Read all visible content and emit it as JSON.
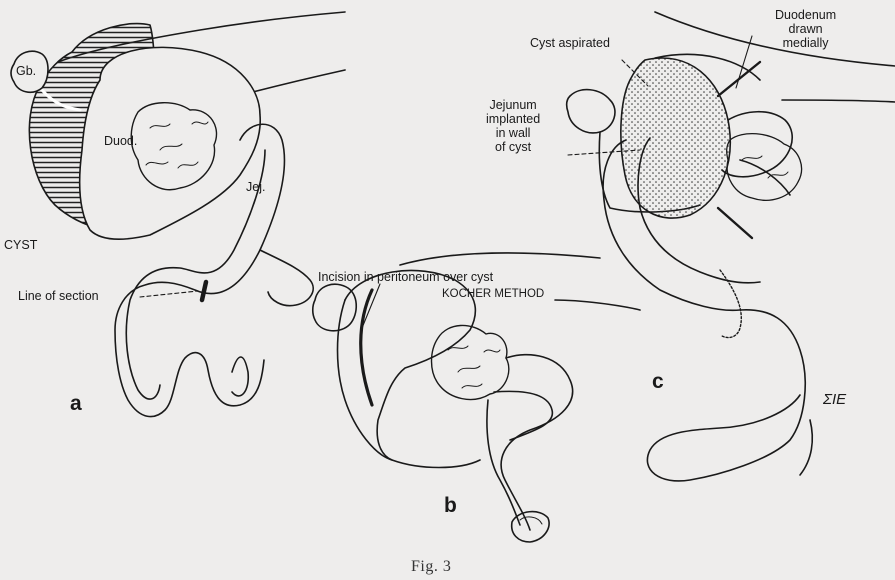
{
  "labels": {
    "gb": "Gb.",
    "duod": "Duod.",
    "jej": "Jej.",
    "cyst": "CYST",
    "line_of_section": "Line of section",
    "incision_line1": "Incision in peritoneum over cyst",
    "incision_line2": "KOCHER METHOD",
    "cyst_aspirated": "Cyst aspirated",
    "duodenum_l1": "Duodenum",
    "duodenum_l2": "drawn",
    "duodenum_l3": "medially",
    "jejunum_l1": "Jejunum",
    "jejunum_l2": "implanted",
    "jejunum_l3": "in wall",
    "jejunum_l4": "of cyst"
  },
  "panels": {
    "a": "a",
    "b": "b",
    "c": "c"
  },
  "signature": "ΣΙΕ",
  "caption": "Fig. 3"
}
